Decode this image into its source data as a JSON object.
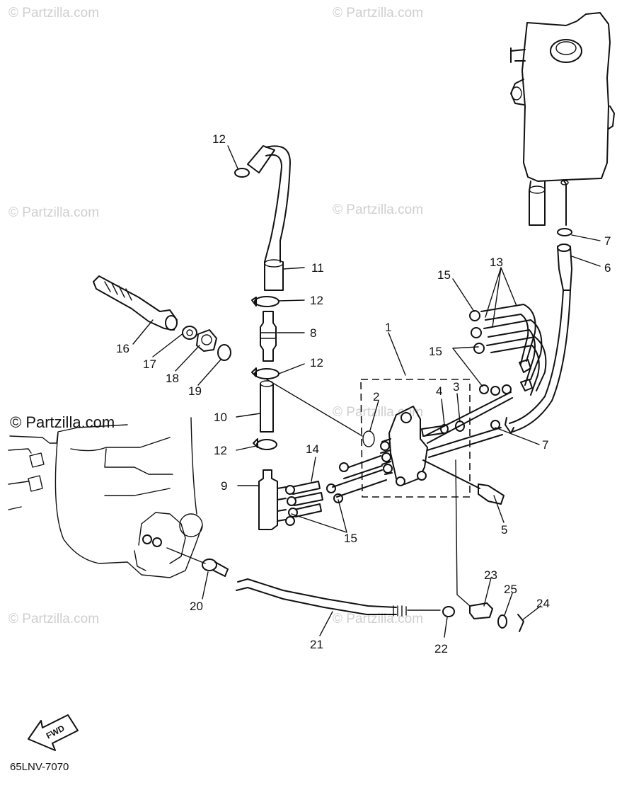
{
  "watermark": "© Partzilla.com",
  "diagram_code": "65LNV-7070",
  "fwd_label": "FWD",
  "callouts": [
    {
      "id": "c1",
      "label": "1"
    },
    {
      "id": "c2",
      "label": "2"
    },
    {
      "id": "c3",
      "label": "3"
    },
    {
      "id": "c4",
      "label": "4"
    },
    {
      "id": "c5",
      "label": "5"
    },
    {
      "id": "c6",
      "label": "6"
    },
    {
      "id": "c7a",
      "label": "7"
    },
    {
      "id": "c7b",
      "label": "7"
    },
    {
      "id": "c8",
      "label": "8"
    },
    {
      "id": "c9",
      "label": "9"
    },
    {
      "id": "c10",
      "label": "10"
    },
    {
      "id": "c11",
      "label": "11"
    },
    {
      "id": "c12a",
      "label": "12"
    },
    {
      "id": "c12b",
      "label": "12"
    },
    {
      "id": "c12c",
      "label": "12"
    },
    {
      "id": "c12d",
      "label": "12"
    },
    {
      "id": "c13",
      "label": "13"
    },
    {
      "id": "c14",
      "label": "14"
    },
    {
      "id": "c15a",
      "label": "15"
    },
    {
      "id": "c15b",
      "label": "15"
    },
    {
      "id": "c15c",
      "label": "15"
    },
    {
      "id": "c16",
      "label": "16"
    },
    {
      "id": "c17",
      "label": "17"
    },
    {
      "id": "c18",
      "label": "18"
    },
    {
      "id": "c19",
      "label": "19"
    },
    {
      "id": "c20",
      "label": "20"
    },
    {
      "id": "c21",
      "label": "21"
    },
    {
      "id": "c22",
      "label": "22"
    },
    {
      "id": "c23",
      "label": "23"
    },
    {
      "id": "c24",
      "label": "24"
    },
    {
      "id": "c25",
      "label": "25"
    }
  ]
}
